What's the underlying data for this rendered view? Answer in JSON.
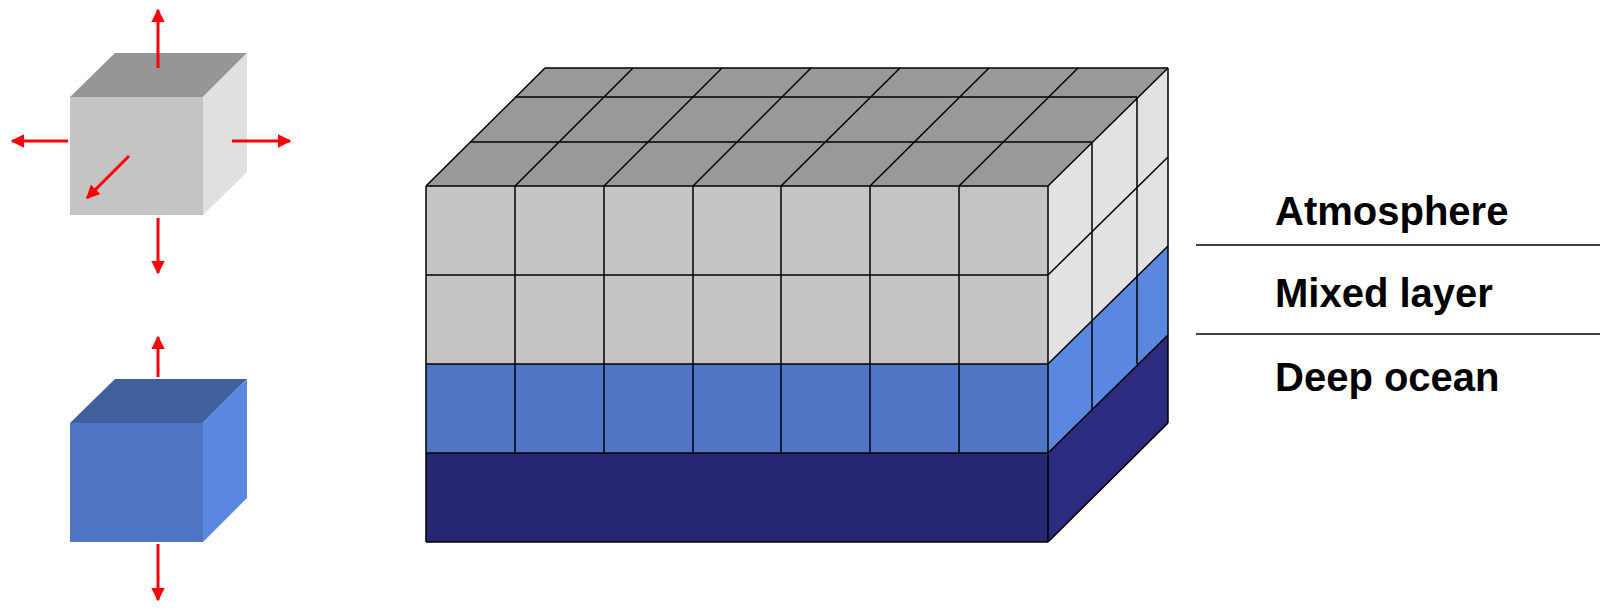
{
  "diagram": {
    "labels": [
      "Atmosphere",
      "Mixed layer",
      "Deep ocean"
    ]
  }
}
